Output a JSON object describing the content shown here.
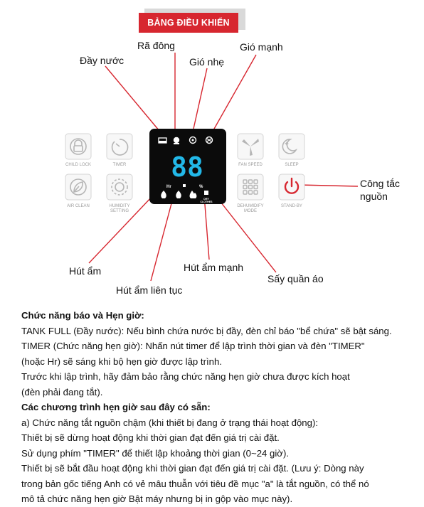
{
  "panel": {
    "title": "BẢNG ĐIỀU KHIỂN",
    "display_digits": "88",
    "display_left_labels": [
      "Hr",
      "%"
    ],
    "dry_clothes_label": "DRY\nCLOTHES",
    "colors": {
      "accent_red": "#d7262f",
      "display_cyan": "#22b8e8",
      "line_red": "#d7262f"
    }
  },
  "callouts": {
    "day_nuoc": "Đầy nước",
    "ra_dong": "Rã đông",
    "gio_nhe": "Gió nhẹ",
    "gio_manh": "Gió mạnh",
    "cong_tac_nguon_1": "Công tắc",
    "cong_tac_nguon_2": "nguồn",
    "hut_am": "Hút ẩm",
    "hut_am_lien_tuc": "Hút ẩm liên tục",
    "hut_am_manh": "Hút ẩm mạnh",
    "say_quan_ao": "Sấy quần áo"
  },
  "buttons": {
    "child_lock": "CHILD LOCK",
    "timer": "TIMER",
    "air_clean": "AIR CLEAN",
    "humidity_setting_1": "HUMIDITY",
    "humidity_setting_2": "SETTING",
    "fan_speed": "FAN SPEED",
    "sleep": "SLEEP",
    "dehumidify_mode_1": "DEHUMIDIFY",
    "dehumidify_mode_2": "MODE",
    "stand_by": "STAND-BY"
  },
  "description": {
    "heading1": "Chức năng báo và Hẹn giờ:",
    "line1": "TANK FULL (Đầy nước): Nếu bình chứa nước bị đầy, đèn chỉ báo \"bể chứa\" sẽ bật sáng.",
    "line2": "TIMER (Chức năng hẹn giờ): Nhấn nút timer để lập trình thời gian và đèn \"TIMER\"",
    "line3": "(hoặc Hr) sẽ sáng khi bộ hẹn giờ được lập trình.",
    "line4": "Trước khi lập trình, hãy đảm bảo rằng chức năng hẹn giờ chưa được kích hoạt",
    "line5": "(đèn phải đang tắt).",
    "heading2": "Các chương trình hẹn giờ sau đây có sẵn:",
    "line6": "a) Chức năng tắt nguồn chậm (khi thiết bị đang ở trạng thái hoạt động):",
    "line7": "Thiết bị sẽ dừng hoạt động khi thời gian đạt đến giá trị cài đặt.",
    "line8": "Sử dụng phím \"TIMER\" để thiết lập khoảng thời gian (0~24 giờ).",
    "line9": "Thiết bị sẽ bắt đầu hoạt động khi thời gian đạt đến giá trị cài đặt. (Lưu ý: Dòng này",
    "line10": "trong bản gốc tiếng Anh có vẻ mâu thuẫn với tiêu đề mục \"a\" là tắt nguồn, có thể nó",
    "line11": "mô tả chức năng hẹn giờ Bật máy nhưng bị in gộp vào mục này)."
  }
}
